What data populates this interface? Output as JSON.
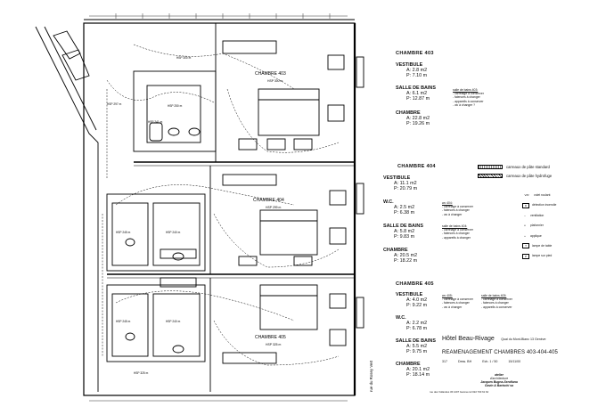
{
  "plan": {
    "street_label": "rue du Rosey Vert",
    "rooms": [
      {
        "name": "CHAMBRE 403",
        "hsp": "HSP 300 m"
      },
      {
        "name": "CHAMBRE 404",
        "hsp": "HSP 299 m"
      },
      {
        "name": "CHAMBRE 405",
        "hsp": "HSP 325 m"
      }
    ],
    "hsp_labels": [
      "HSP 300 m",
      "HSP 297 m",
      "HSP 250 m",
      "HSP 241 m",
      "HSP 299 m",
      "HSP 245 m",
      "HSP 240 m",
      "HSP 245 m",
      "HSP 240 m",
      "HSP 325 m",
      "HSP 325 m"
    ]
  },
  "rooms": [
    {
      "title": "CHAMBRE 403",
      "areas": [
        {
          "label": "VESTIBULE",
          "a": "A: 2.8 m2",
          "p": "P: 7.10 m"
        },
        {
          "label": "SALLE DE BAINS",
          "a": "A: 6.1 m2",
          "p": "P: 12.87 m"
        },
        {
          "label": "CHAMBRE",
          "a": "A: 22.8 m2",
          "p": "P: 19.26 m"
        }
      ],
      "notes": {
        "title": "salle de bains 403:",
        "lines": [
          "- carrelage à conserver",
          "- faiences à changer",
          "- appareils à conserver",
          "- wc à changer ?"
        ]
      }
    },
    {
      "title": "CHAMBRE 404",
      "areas": [
        {
          "label": "VESTIBULE",
          "a": "A: 11.1 m2",
          "p": "P: 20.79 m"
        },
        {
          "label": "W.C.",
          "a": "A: 2.5 m2",
          "p": "P: 6.38 m"
        },
        {
          "label": "SALLE DE BAINS",
          "a": "A: 5.8 m2",
          "p": "P: 9.83 m"
        },
        {
          "label": "CHAMBRE",
          "a": "A: 20.5 m2",
          "p": "P: 18.22 m"
        }
      ],
      "wc_notes": {
        "title": "wc 404:",
        "lines": [
          "- carrelage à conserver",
          "- faiences à changer",
          "- wc à changer"
        ]
      },
      "notes": {
        "title": "salle de bains 404:",
        "lines": [
          "- carrelage à conserver",
          "- faiences à changer",
          "- appareils à changer"
        ]
      }
    },
    {
      "title": "CHAMBRE 405",
      "areas": [
        {
          "label": "VESTIBULE",
          "a": "A: 4.0 m2",
          "p": "P: 9.22 m"
        },
        {
          "label": "W.C.",
          "a": "A: 2.2 m2",
          "p": "P: 6.78 m"
        },
        {
          "label": "SALLE DE BAINS",
          "a": "A: 5.5 m2",
          "p": "P: 9.75 m"
        },
        {
          "label": "CHAMBRE",
          "a": "A: 20.1 m2",
          "p": "P: 18.14 m"
        }
      ],
      "wc_notes": {
        "title": "wc 405:",
        "lines": [
          "- carrelage à conserver",
          "- faiences à changer",
          "- wc à changer"
        ]
      },
      "notes": {
        "title": "salle de bains 405:",
        "lines": [
          "- carrelage à conserver",
          "- faiences à changer",
          "- appareils à conserver"
        ]
      }
    }
  ],
  "legend": {
    "floor_standard": "carreaux de pâte standard",
    "floor_hydrofuge": "carreaux de pâte hydrofuge",
    "symbols": [
      {
        "glyph": "V/R",
        "label": "volet roulant"
      },
      {
        "glyph": "D",
        "label": "détection incendie"
      },
      {
        "glyph": "~",
        "label": "ventilation"
      },
      {
        "glyph": "o",
        "label": "plafonnier"
      },
      {
        "glyph": "+",
        "label": "applique"
      },
      {
        "glyph": "T",
        "label": "lampe de table"
      },
      {
        "glyph": "P",
        "label": "lampe sur pied"
      }
    ]
  },
  "titleblock": {
    "hotel": "Hôtel Beau-Rivage",
    "address": "Quai du Mont-Blanc 13  Genève",
    "project": "REAMENAGEMENT CHAMBRES 403-404-405",
    "meta": [
      "317",
      "Dess. BH",
      "Ech. 1 / 50",
      "15/11/00"
    ],
    "office_l1": "atelier",
    "office_l2": "d'architecture",
    "office_l3": "Jacques Bugna-Serafiana",
    "office_l4": "Gavin & Bartschi sa",
    "footer": "rue des Vollandes 36  1207 Genève  tél 022 700 61 64"
  }
}
